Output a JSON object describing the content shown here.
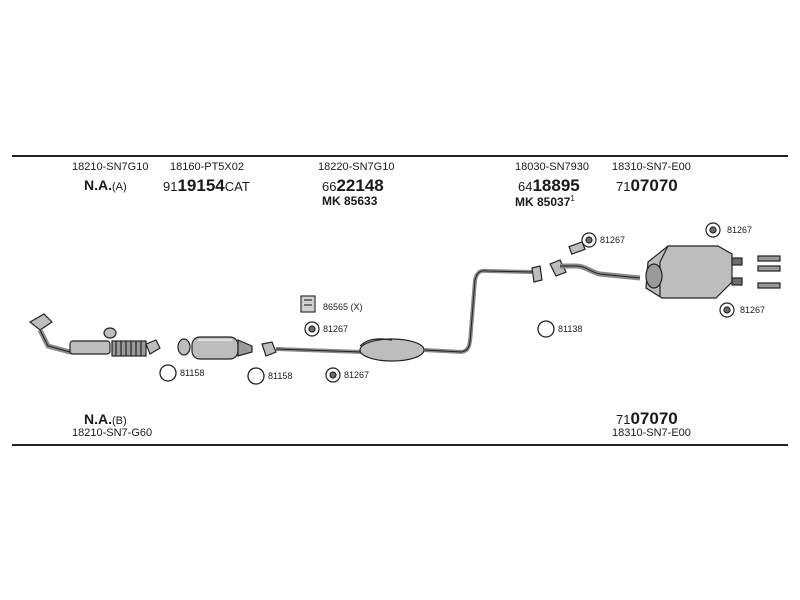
{
  "top_labels": {
    "front_pipe_a": {
      "part_code": "18210-SN7G10",
      "variant_main": "N.A.",
      "variant_suffix": "(A)"
    },
    "catalyst": {
      "part_code": "18160-PT5X02",
      "ref_prefix": "91",
      "ref_main": "19154",
      "ref_suffix": "CAT"
    },
    "center_pipe": {
      "part_code": "18220-SN7G10",
      "ref_prefix": "66",
      "ref_main": "22148",
      "mk": "MK 85633"
    },
    "middle_pipe": {
      "part_code": "18030-SN7930",
      "ref_prefix": "64",
      "ref_main": "18895",
      "mk": "MK 85037",
      "mk_note": "1"
    },
    "rear_muffler": {
      "part_code": "18310-SN7-E00",
      "ref_prefix": "71",
      "ref_main": "07070"
    }
  },
  "bottom_labels": {
    "front_pipe_b": {
      "variant_main": "N.A.",
      "variant_suffix": "(B)",
      "part_code": "18210-SN7-G60"
    },
    "rear_muffler": {
      "ref_prefix": "71",
      "ref_main": "07070",
      "part_code": "18310-SN7-E00"
    }
  },
  "fittings": {
    "gasket_front": "81158",
    "gasket_cat": "81158",
    "hanger_bracket": "86565 (X)",
    "rubber_mount_upper": "81267",
    "rubber_mount_lower": "81267",
    "ring_middle": "81138",
    "rubber_mount_mid": "81267",
    "rubber_mount_tail_top": "81267",
    "rubber_mount_tail_bottom": "81267"
  },
  "colors": {
    "line": "#222222",
    "part_fill": "#bdbdbd",
    "part_dark": "#6e6e6e",
    "background": "#ffffff"
  }
}
